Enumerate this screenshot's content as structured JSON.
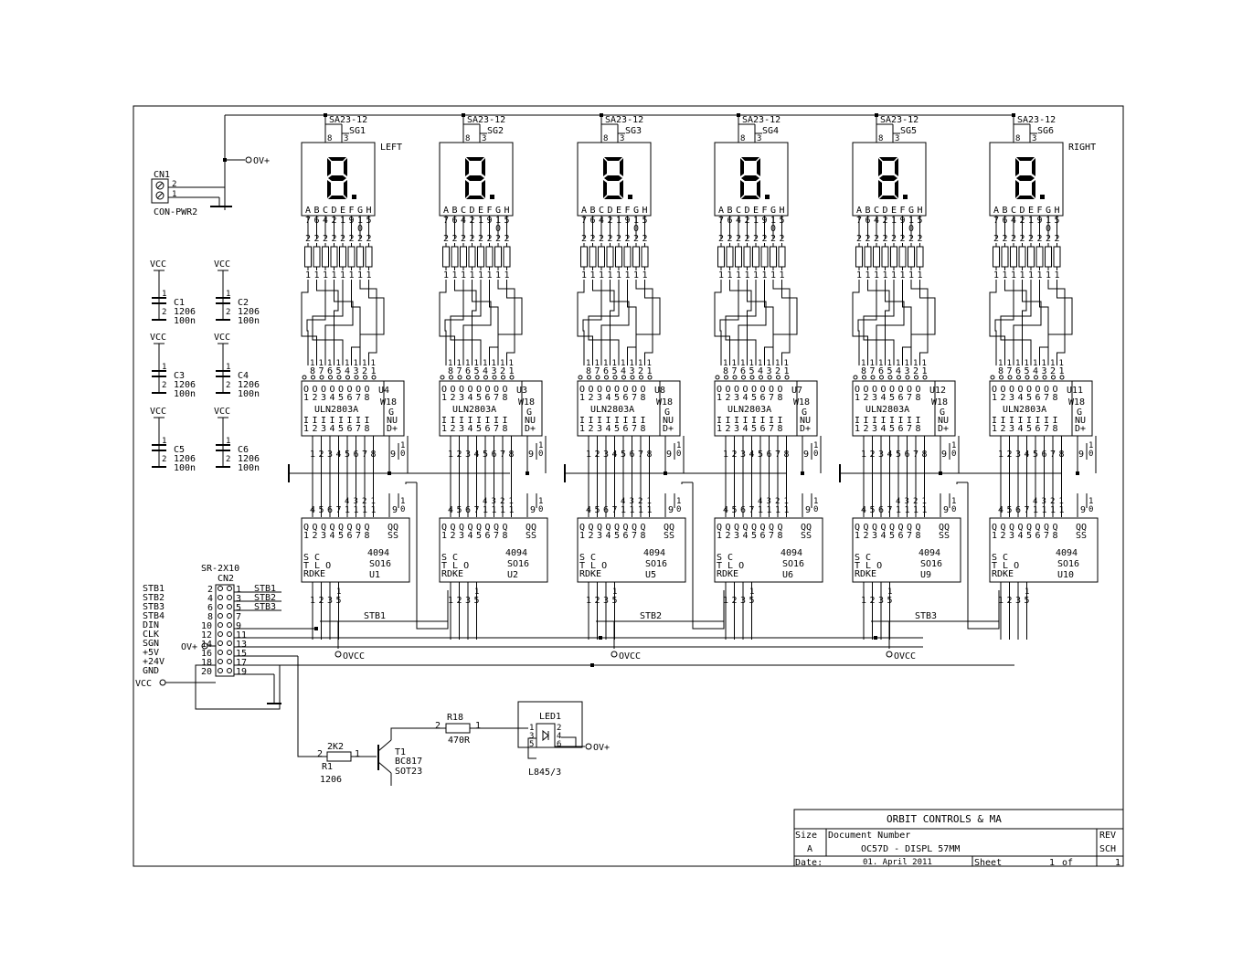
{
  "power": {
    "label": "OV+"
  },
  "connector_cn1": {
    "ref": "CN1",
    "part": "CON-PWR2",
    "pins": [
      "2",
      "1"
    ]
  },
  "displays": [
    {
      "ref": "SG1",
      "part": "SA23-12",
      "tag": "LEFT",
      "pins_top": [
        "8",
        "3"
      ],
      "segments": "ABCDEFGH",
      "pin_numbers": [
        "7",
        "6",
        "4",
        "2",
        "1",
        "9",
        "1",
        "5"
      ],
      "pin_second_row": [
        "",
        "",
        "",
        "",
        "",
        "",
        "0",
        ""
      ],
      "pin_third_row": "22222222"
    },
    {
      "ref": "SG2",
      "part": "SA23-12",
      "tag": "",
      "pins_top": [
        "8",
        "3"
      ],
      "segments": "ABCDEFGH",
      "pin_numbers": [
        "7",
        "6",
        "4",
        "2",
        "1",
        "9",
        "1",
        "5"
      ],
      "pin_second_row": [
        "",
        "",
        "",
        "",
        "",
        "",
        "0",
        ""
      ],
      "pin_third_row": "22222222"
    },
    {
      "ref": "SG3",
      "part": "SA23-12",
      "tag": "",
      "pins_top": [
        "8",
        "3"
      ],
      "segments": "ABCDEFGH",
      "pin_numbers": [
        "7",
        "6",
        "4",
        "2",
        "1",
        "9",
        "1",
        "5"
      ],
      "pin_second_row": [
        "",
        "",
        "",
        "",
        "",
        "",
        "0",
        ""
      ],
      "pin_third_row": "22222222"
    },
    {
      "ref": "SG4",
      "part": "SA23-12",
      "tag": "",
      "pins_top": [
        "8",
        "3"
      ],
      "segments": "ABCDEFGH",
      "pin_numbers": [
        "7",
        "6",
        "4",
        "2",
        "1",
        "9",
        "1",
        "5"
      ],
      "pin_second_row": [
        "",
        "",
        "",
        "",
        "",
        "",
        "0",
        ""
      ],
      "pin_third_row": "22222222"
    },
    {
      "ref": "SG5",
      "part": "SA23-12",
      "tag": "",
      "pins_top": [
        "8",
        "3"
      ],
      "segments": "ABCDEFGH",
      "pin_numbers": [
        "7",
        "6",
        "4",
        "2",
        "1",
        "9",
        "1",
        "5"
      ],
      "pin_second_row": [
        "",
        "",
        "",
        "",
        "",
        "",
        "0",
        ""
      ],
      "pin_third_row": "22222222"
    },
    {
      "ref": "SG6",
      "part": "SA23-12",
      "tag": "RIGHT",
      "pins_top": [
        "8",
        "3"
      ],
      "segments": "ABCDEFGH",
      "pin_numbers": [
        "7",
        "6",
        "4",
        "2",
        "1",
        "9",
        "1",
        "5"
      ],
      "pin_second_row": [
        "",
        "",
        "",
        "",
        "",
        "",
        "0",
        ""
      ],
      "pin_third_row": "22222222"
    }
  ],
  "resistor_pin_labels": {
    "top": "22222222",
    "bottom": "11111111"
  },
  "drivers": [
    {
      "ref": "U4",
      "part": "ULN2803A",
      "pkg": "W18",
      "in_pins": [
        "8",
        "7",
        "6",
        "5",
        "4",
        "3",
        "2",
        "1"
      ],
      "out_pins": "12345678",
      "out_letters": "IIIIIIII",
      "side": [
        "G",
        "N",
        "D"
      ],
      "side2": [
        "",
        "U",
        "+"
      ]
    },
    {
      "ref": "U3",
      "part": "ULN2803A",
      "pkg": "W18",
      "in_pins": [
        "8",
        "7",
        "6",
        "5",
        "4",
        "3",
        "2",
        "1"
      ],
      "out_pins": "12345678",
      "out_letters": "IIIIIIII",
      "side": [
        "G",
        "N",
        "D"
      ],
      "side2": [
        "",
        "U",
        "+"
      ]
    },
    {
      "ref": "U8",
      "part": "ULN2803A",
      "pkg": "W18",
      "in_pins": [
        "8",
        "7",
        "6",
        "5",
        "4",
        "3",
        "2",
        "1"
      ],
      "out_pins": "12345678",
      "out_letters": "IIIIIIII",
      "side": [
        "G",
        "N",
        "D"
      ],
      "side2": [
        "",
        "U",
        "+"
      ]
    },
    {
      "ref": "U7",
      "part": "ULN2803A",
      "pkg": "W18",
      "in_pins": [
        "8",
        "7",
        "6",
        "5",
        "4",
        "3",
        "2",
        "1"
      ],
      "out_pins": "12345678",
      "out_letters": "IIIIIIII",
      "side": [
        "G",
        "N",
        "D"
      ],
      "side2": [
        "",
        "U",
        "+"
      ]
    },
    {
      "ref": "U12",
      "part": "ULN2803A",
      "pkg": "W18",
      "in_pins": [
        "8",
        "7",
        "6",
        "5",
        "4",
        "3",
        "2",
        "1"
      ],
      "out_pins": "12345678",
      "out_letters": "IIIIIIII",
      "side": [
        "G",
        "N",
        "D"
      ],
      "side2": [
        "",
        "U",
        "+"
      ]
    },
    {
      "ref": "U11",
      "part": "ULN2803A",
      "pkg": "W18",
      "in_pins": [
        "8",
        "7",
        "6",
        "5",
        "4",
        "3",
        "2",
        "1"
      ],
      "out_pins": "12345678",
      "out_letters": "IIIIIIII",
      "side": [
        "G",
        "N",
        "D"
      ],
      "side2": [
        "",
        "U",
        "+"
      ]
    }
  ],
  "shift_registers": [
    {
      "ref": "U1",
      "part": "4094",
      "pkg": "SO16",
      "top_pins": [
        "4",
        "5",
        "6",
        "7",
        "1",
        "1",
        "1",
        "1"
      ],
      "top_pins2": [
        "",
        "",
        "",
        "",
        "4",
        "3",
        "2",
        "1"
      ],
      "extra_pins": [
        "9",
        "1"
      ],
      "extra_pins2": [
        "",
        "0"
      ],
      "q_pins": "QQQQQQQQ",
      "q_numbers": "12345678",
      "ss": [
        "Q",
        "S",
        "S"
      ],
      "left_labels": [
        "S",
        "T",
        "R",
        "D"
      ],
      "left_labels2": [
        "C",
        "L",
        "K"
      ],
      "oe": [
        "O",
        "E"
      ],
      "bottom_pins": [
        "1",
        "2",
        "3",
        "5"
      ],
      "bottom_pins2": [
        "",
        "",
        "",
        "1"
      ]
    },
    {
      "ref": "U2",
      "part": "4094",
      "pkg": "SO16",
      "top_pins": [
        "4",
        "5",
        "6",
        "7",
        "1",
        "1",
        "1",
        "1"
      ],
      "top_pins2": [
        "",
        "",
        "",
        "",
        "4",
        "3",
        "2",
        "1"
      ],
      "extra_pins": [
        "9",
        "1"
      ],
      "extra_pins2": [
        "",
        "0"
      ],
      "q_pins": "QQQQQQQQ",
      "q_numbers": "12345678",
      "ss": [
        "Q",
        "S",
        "S"
      ],
      "left_labels": [
        "S",
        "T",
        "R",
        "D"
      ],
      "left_labels2": [
        "C",
        "L",
        "K"
      ],
      "oe": [
        "O",
        "E"
      ],
      "bottom_pins": [
        "1",
        "2",
        "3",
        "5"
      ],
      "bottom_pins2": [
        "",
        "",
        "",
        "1"
      ]
    },
    {
      "ref": "U5",
      "part": "4094",
      "pkg": "SO16",
      "top_pins": [
        "4",
        "5",
        "6",
        "7",
        "1",
        "1",
        "1",
        "1"
      ],
      "top_pins2": [
        "",
        "",
        "",
        "",
        "4",
        "3",
        "2",
        "1"
      ],
      "extra_pins": [
        "9",
        "1"
      ],
      "extra_pins2": [
        "",
        "0"
      ],
      "q_pins": "QQQQQQQQ",
      "q_numbers": "12345678",
      "ss": [
        "Q",
        "S",
        "S"
      ],
      "left_labels": [
        "S",
        "T",
        "R",
        "D"
      ],
      "left_labels2": [
        "C",
        "L",
        "K"
      ],
      "oe": [
        "O",
        "E"
      ],
      "bottom_pins": [
        "1",
        "2",
        "3",
        "5"
      ],
      "bottom_pins2": [
        "",
        "",
        "",
        "1"
      ]
    },
    {
      "ref": "U6",
      "part": "4094",
      "pkg": "SO16",
      "top_pins": [
        "4",
        "5",
        "6",
        "7",
        "1",
        "1",
        "1",
        "1"
      ],
      "top_pins2": [
        "",
        "",
        "",
        "",
        "4",
        "3",
        "2",
        "1"
      ],
      "extra_pins": [
        "9",
        "1"
      ],
      "extra_pins2": [
        "",
        "0"
      ],
      "q_pins": "QQQQQQQQ",
      "q_numbers": "12345678",
      "ss": [
        "Q",
        "S",
        "S"
      ],
      "left_labels": [
        "S",
        "T",
        "R",
        "D"
      ],
      "left_labels2": [
        "C",
        "L",
        "K"
      ],
      "oe": [
        "O",
        "E"
      ],
      "bottom_pins": [
        "1",
        "2",
        "3",
        "5"
      ],
      "bottom_pins2": [
        "",
        "",
        "",
        "1"
      ]
    },
    {
      "ref": "U9",
      "part": "4094",
      "pkg": "SO16",
      "top_pins": [
        "4",
        "5",
        "6",
        "7",
        "1",
        "1",
        "1",
        "1"
      ],
      "top_pins2": [
        "",
        "",
        "",
        "",
        "4",
        "3",
        "2",
        "1"
      ],
      "extra_pins": [
        "9",
        "1"
      ],
      "extra_pins2": [
        "",
        "0"
      ],
      "q_pins": "QQQQQQQQ",
      "q_numbers": "12345678",
      "ss": [
        "Q",
        "S",
        "S"
      ],
      "left_labels": [
        "S",
        "T",
        "R",
        "D"
      ],
      "left_labels2": [
        "C",
        "L",
        "K"
      ],
      "oe": [
        "O",
        "E"
      ],
      "bottom_pins": [
        "1",
        "2",
        "3",
        "5"
      ],
      "bottom_pins2": [
        "",
        "",
        "",
        "1"
      ]
    },
    {
      "ref": "U10",
      "part": "4094",
      "pkg": "SO16",
      "top_pins": [
        "4",
        "5",
        "6",
        "7",
        "1",
        "1",
        "1",
        "1"
      ],
      "top_pins2": [
        "",
        "",
        "",
        "",
        "4",
        "3",
        "2",
        "1"
      ],
      "extra_pins": [
        "9",
        "1"
      ],
      "extra_pins2": [
        "",
        "0"
      ],
      "q_pins": "QQQQQQQQ",
      "q_numbers": "12345678",
      "ss": [
        "Q",
        "S",
        "S"
      ],
      "left_labels": [
        "S",
        "T",
        "R",
        "D"
      ],
      "left_labels2": [
        "C",
        "L",
        "K"
      ],
      "oe": [
        "O",
        "E"
      ],
      "bottom_pins": [
        "1",
        "2",
        "3",
        "5"
      ],
      "bottom_pins2": [
        "",
        "",
        "",
        "1"
      ]
    }
  ],
  "driver_bottom_pins": {
    "pins": "12345678",
    "extra": [
      "9",
      "1"
    ],
    "extra2": [
      "",
      "0"
    ]
  },
  "strobes": [
    "STB1",
    "STB2",
    "STB3"
  ],
  "vcc_net": "OVCC",
  "capacitors": [
    {
      "ref": "C1",
      "pkg": "1206",
      "value": "100n",
      "net": "VCC",
      "pins": [
        "1",
        "2"
      ]
    },
    {
      "ref": "C2",
      "pkg": "1206",
      "value": "100n",
      "net": "VCC",
      "pins": [
        "1",
        "2"
      ]
    },
    {
      "ref": "C3",
      "pkg": "1206",
      "value": "100n",
      "net": "VCC",
      "pins": [
        "1",
        "2"
      ]
    },
    {
      "ref": "C4",
      "pkg": "1206",
      "value": "100n",
      "net": "VCC",
      "pins": [
        "1",
        "2"
      ]
    },
    {
      "ref": "C5",
      "pkg": "1206",
      "value": "100n",
      "net": "VCC",
      "pins": [
        "1",
        "2"
      ]
    },
    {
      "ref": "C6",
      "pkg": "1206",
      "value": "100n",
      "net": "VCC",
      "pins": [
        "1",
        "2"
      ]
    }
  ],
  "connector_cn2": {
    "part": "SR-2X10",
    "ref": "CN2",
    "signals": [
      "STB1",
      "STB2",
      "STB3",
      "STB4",
      "DIN",
      "CLK",
      "SGN",
      "+5V",
      "+24V",
      "GND"
    ],
    "left_pins": [
      "2",
      "4",
      "6",
      "8",
      "10",
      "12",
      "14",
      "16",
      "18",
      "20"
    ],
    "right_pins": [
      "1",
      "3",
      "5",
      "7",
      "9",
      "11",
      "13",
      "15",
      "17",
      "19"
    ],
    "right_labels": [
      "STB1",
      "STB2",
      "STB3"
    ],
    "power_label": "OV+",
    "vcc_label": "VCC"
  },
  "resistor_r1": {
    "ref": "R1",
    "value": "2K2",
    "pkg": "1206",
    "pins": [
      "2",
      "1"
    ]
  },
  "transistor": {
    "ref": "T1",
    "part": "BC817",
    "pkg": "SOT23"
  },
  "resistor_r18": {
    "ref": "R18",
    "value": "470R",
    "pins": [
      "2",
      "1"
    ]
  },
  "led": {
    "ref": "LED1",
    "part": "L845/3",
    "pins": [
      "1",
      "2",
      "3",
      "4",
      "5",
      "6"
    ],
    "power_label": "OV+"
  },
  "title_block": {
    "company": "ORBIT CONTROLS & MA",
    "size_label": "Size",
    "size": "A",
    "doc_label": "Document Number",
    "doc_number": "OC57D - DISPL   57MM",
    "rev_label": "REV",
    "rev": "SCH",
    "date_label": "Date:",
    "date": "01. April 2011",
    "sheet_label": "Sheet",
    "sheet": "1",
    "of_label": "of",
    "total": "1"
  },
  "colors": {
    "ink": "#000000",
    "paper": "#ffffff"
  }
}
